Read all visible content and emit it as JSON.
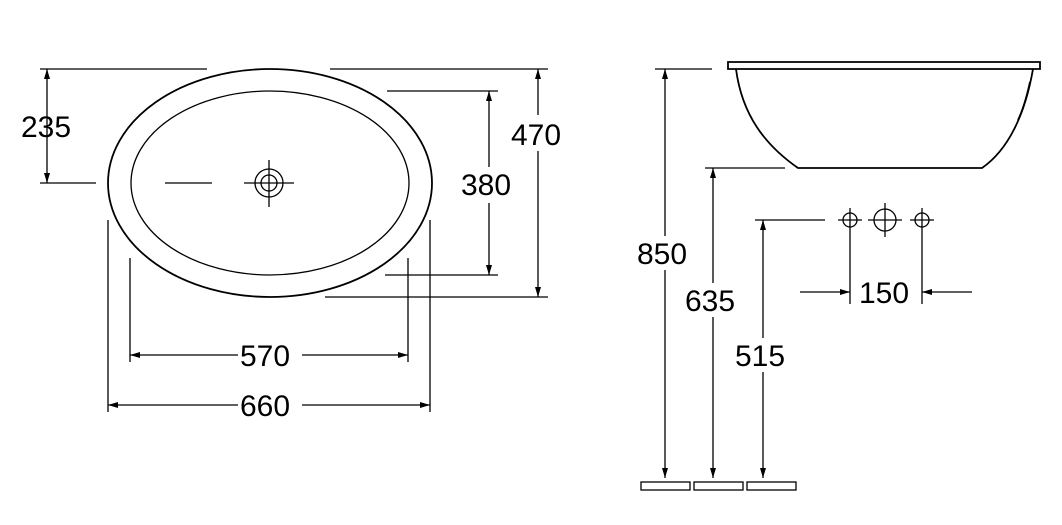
{
  "plan_view": {
    "dim_drain_offset": "235",
    "dim_outer_depth": "470",
    "dim_inner_depth": "380",
    "dim_inner_width": "570",
    "dim_outer_width": "660"
  },
  "side_view": {
    "dim_rim_height": "850",
    "dim_bowl_bottom_height": "635",
    "dim_tap_height": "515",
    "dim_tap_spacing": "150"
  }
}
